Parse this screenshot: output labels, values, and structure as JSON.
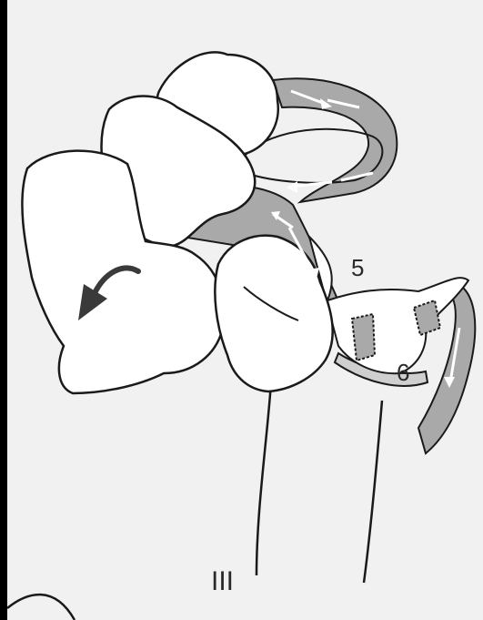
{
  "labels": {
    "ligament_5": "5",
    "ligament_6": "6",
    "figure_numeral": "III"
  },
  "colors": {
    "frame": "#000000",
    "paper": "#f1f1f1",
    "bone_fill": "#ffffff",
    "ligament_gray": "#a9a9a9",
    "ink": "#1a1a1a",
    "arrow_white": "#ffffff",
    "rotation_arrow": "#3a3a3a"
  }
}
